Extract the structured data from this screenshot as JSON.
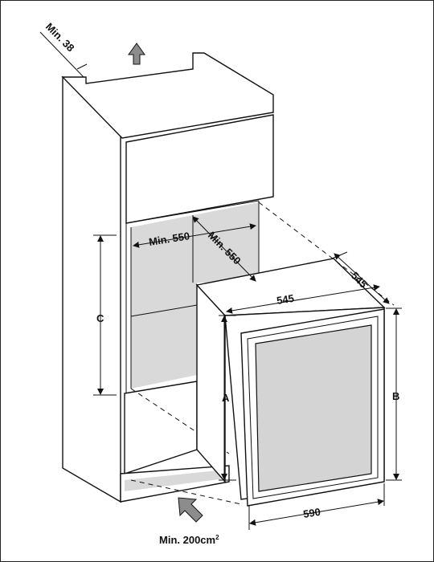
{
  "labels": {
    "min_38": "Min. 38",
    "min_550_width": "Min. 550",
    "min_550_depth": "Min. 550",
    "dim_545_width": "545",
    "dim_545_depth": "545",
    "dim_590": "590",
    "dim_a": "A",
    "dim_b": "B",
    "dim_c": "C",
    "min_vent": "Min. 200cm",
    "min_vent_sup": "2"
  },
  "colors": {
    "outline": "#111111",
    "recess_grey": "#d9d9d9",
    "arrow_grey": "#8c8c8c",
    "door_glass": "#d4d4d4"
  },
  "icons": {
    "airflow_up": "arrow-up-icon",
    "airflow_in": "arrow-diagonal-icon"
  }
}
